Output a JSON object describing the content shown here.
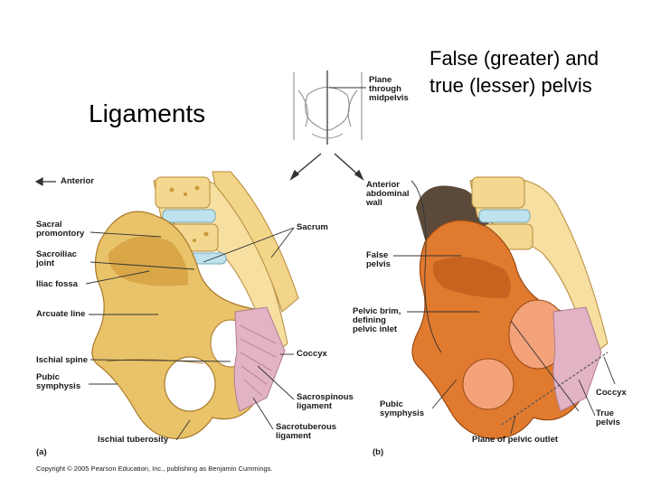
{
  "slide": {
    "title_left": "Ligaments",
    "title_right_line1": "False (greater) and",
    "title_right_line2": "true (lesser) pelvis"
  },
  "inset": {
    "plane_label": "Plane\nthrough\nmidpelvis"
  },
  "panel_a": {
    "tag": "(a)",
    "labels": {
      "anterior": "Anterior",
      "sacral_promontory": "Sacral\npromontory",
      "sacroiliac_joint": "Sacroiliac\njoint",
      "iliac_fossa": "Iliac fossa",
      "arcuate_line": "Arcuate line",
      "ischial_spine": "Ischial spine",
      "pubic_symphysis": "Pubic\nsymphysis",
      "ischial_tuberosity": "Ischial tuberosity",
      "sacrum": "Sacrum",
      "coccyx": "Coccyx",
      "sacrospinous_ligament": "Sacrospinous\nligament",
      "sacrotuberous_ligament": "Sacrotuberous\nligament"
    }
  },
  "panel_b": {
    "tag": "(b)",
    "labels": {
      "anterior_abdominal_wall": "Anterior\nabdominal\nwall",
      "false_pelvis": "False\npelvis",
      "pelvic_brim": "Pelvic brim,\ndefining\npelvic inlet",
      "pubic_symphysis": "Pubic\nsymphysis",
      "plane_of_pelvic_outlet": "Plane of pelvic outlet",
      "coccyx": "Coccyx",
      "true_pelvis": "True\npelvis"
    }
  },
  "copyright": "Copyright © 2005 Pearson Education, Inc., publishing as Benjamin Cummings.",
  "colors": {
    "bone": "#e9c36a",
    "bone_light": "#f6dfa0",
    "vertebra_disc": "#bfe3ee",
    "ligament": "#e2b3c4",
    "false_pelvis_fill": "#e07a2e",
    "true_pelvis_fill": "#f3a27a",
    "dark_region": "#5b4a3a"
  }
}
